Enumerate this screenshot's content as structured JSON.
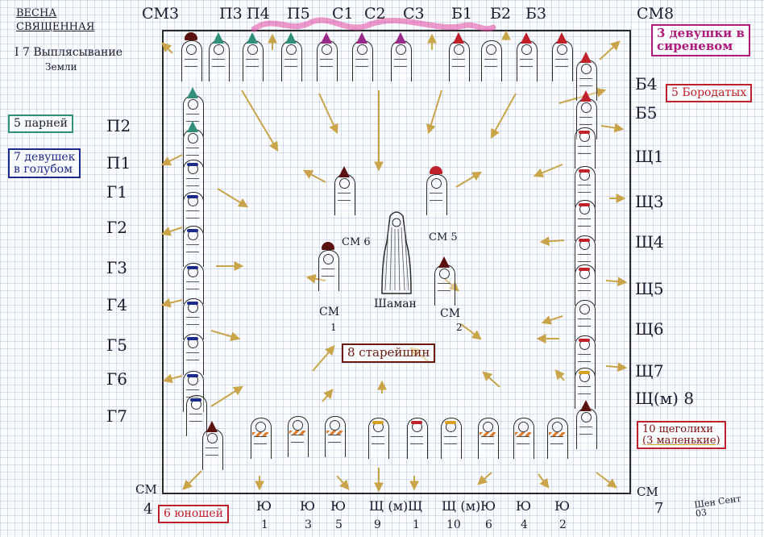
{
  "header": {
    "title_line1": "ВЕСНА",
    "title_line2": "СВЯЩЕННАЯ",
    "scene_line1": "I 7  Выплясывание",
    "scene_line2": "Земли"
  },
  "top_labels": [
    "СМ3",
    "П3",
    "П4",
    "П5",
    "С1",
    "С2",
    "С3",
    "Б1",
    "Б2",
    "Б3",
    "СМ8"
  ],
  "left_labels": [
    "П2",
    "П1",
    "Г1",
    "Г2",
    "Г3",
    "Г4",
    "Г5",
    "Г6",
    "Г7"
  ],
  "right_labels": [
    "Б4",
    "Б5",
    "Щ1",
    "Щ3",
    "Щ4",
    "Щ5",
    "Щ6",
    "Щ7",
    "Щ(м) 8"
  ],
  "bottom_labels": [
    {
      "top": "Ю",
      "bottom": "1"
    },
    {
      "top": "Ю",
      "bottom": "3"
    },
    {
      "top": "Ю",
      "bottom": "5"
    },
    {
      "top": "Щ (м)",
      "bottom": "9"
    },
    {
      "top": "Щ",
      "bottom": "1"
    },
    {
      "top": "Щ (м)",
      "bottom": "10"
    },
    {
      "top": "Ю",
      "bottom": "6"
    },
    {
      "top": "Ю",
      "bottom": "4"
    },
    {
      "top": "Ю",
      "bottom": "2"
    }
  ],
  "corner_labels": {
    "bottom_left": {
      "top": "СМ",
      "bottom": "4"
    },
    "bottom_right": {
      "top": "СМ",
      "bottom": "7"
    }
  },
  "groups": {
    "boys": "5 парней",
    "girls_blue_1": "7 девушек",
    "girls_blue_2": "в голубом",
    "girls_lilac_1": "3 девушки в",
    "girls_lilac_2": "сиреневом",
    "bearded": "5 Бородатых",
    "youths": "6 юношей",
    "goldfinches_1": "10 щеголихи",
    "goldfinches_2": "(3 маленькие)"
  },
  "center": {
    "elders": "8 старейшин",
    "shaman": "Шаман",
    "sm1_top": "СМ",
    "sm1_num": "1",
    "sm2_top": "СМ",
    "sm2_num": "2",
    "sm5": "СМ 5",
    "sm6": "СМ 6"
  },
  "signature": "Шен Сент 03",
  "colors": {
    "accent_brown": "#6b1b10",
    "accent_red": "#c0202a",
    "accent_magenta": "#b01a7a",
    "accent_blue": "#1c2a8a",
    "accent_green": "#2f8f7a",
    "arrow": "#c9a448",
    "board_line": "#2a2a2a"
  }
}
